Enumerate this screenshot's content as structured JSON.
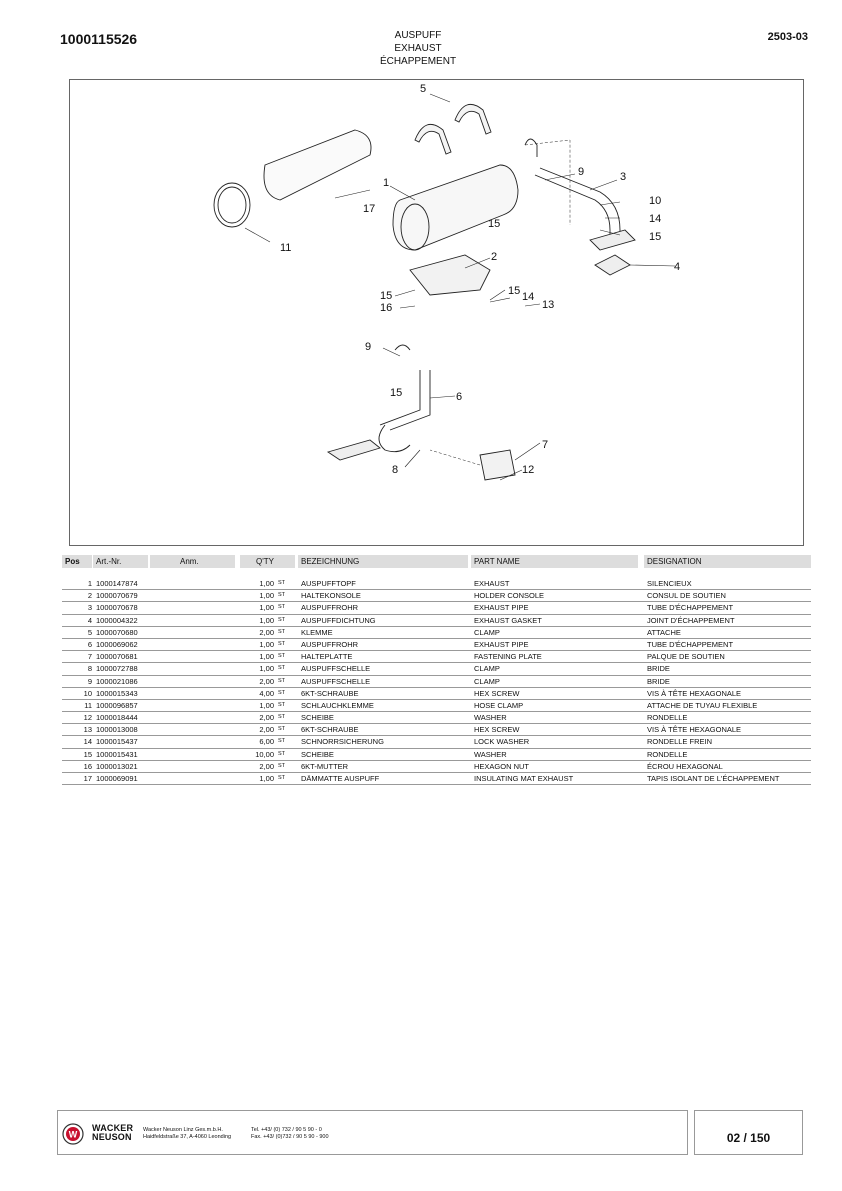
{
  "header": {
    "doc_number": "1000115526",
    "title_de": "AUSPUFF",
    "title_en": "EXHAUST",
    "title_fr": "ÉCHAPPEMENT",
    "page_code": "2503-03"
  },
  "diagram": {
    "callouts": [
      "5",
      "1",
      "17",
      "11",
      "9",
      "3",
      "10",
      "14",
      "15",
      "15",
      "4",
      "2",
      "15",
      "16",
      "15",
      "14",
      "13",
      "9",
      "15",
      "6",
      "7",
      "12",
      "8"
    ]
  },
  "table": {
    "headers": {
      "pos": "Pos",
      "art": "Art.-Nr.",
      "anm": "Anm.",
      "qty": "Q'TY",
      "de": "BEZEICHNUNG",
      "en": "PART NAME",
      "fr": "DESIGNATION"
    },
    "rows": [
      {
        "pos": "1",
        "art": "1000147874",
        "qty": "1,00",
        "unit": "ST",
        "de": "AUSPUFFTOPF",
        "en": "EXHAUST",
        "fr": "SILENCIEUX"
      },
      {
        "pos": "2",
        "art": "1000070679",
        "qty": "1,00",
        "unit": "ST",
        "de": "HALTEKONSOLE",
        "en": "HOLDER CONSOLE",
        "fr": "CONSUL DE SOUTIEN"
      },
      {
        "pos": "3",
        "art": "1000070678",
        "qty": "1,00",
        "unit": "ST",
        "de": "AUSPUFFROHR",
        "en": "EXHAUST PIPE",
        "fr": "TUBE D'ÉCHAPPEMENT"
      },
      {
        "pos": "4",
        "art": "1000004322",
        "qty": "1,00",
        "unit": "ST",
        "de": "AUSPUFFDICHTUNG",
        "en": "EXHAUST GASKET",
        "fr": "JOINT D'ÉCHAPPEMENT"
      },
      {
        "pos": "5",
        "art": "1000070680",
        "qty": "2,00",
        "unit": "ST",
        "de": "KLEMME",
        "en": "CLAMP",
        "fr": "ATTACHE"
      },
      {
        "pos": "6",
        "art": "1000069062",
        "qty": "1,00",
        "unit": "ST",
        "de": "AUSPUFFROHR",
        "en": "EXHAUST PIPE",
        "fr": "TUBE D'ÉCHAPPEMENT"
      },
      {
        "pos": "7",
        "art": "1000070681",
        "qty": "1,00",
        "unit": "ST",
        "de": "HALTEPLATTE",
        "en": "FASTENING PLATE",
        "fr": "PALQUE DE SOUTIEN"
      },
      {
        "pos": "8",
        "art": "1000072788",
        "qty": "1,00",
        "unit": "ST",
        "de": "AUSPUFFSCHELLE",
        "en": "CLAMP",
        "fr": "BRIDE"
      },
      {
        "pos": "9",
        "art": "1000021086",
        "qty": "2,00",
        "unit": "ST",
        "de": "AUSPUFFSCHELLE",
        "en": "CLAMP",
        "fr": "BRIDE"
      },
      {
        "pos": "10",
        "art": "1000015343",
        "qty": "4,00",
        "unit": "ST",
        "de": "6KT-SCHRAUBE",
        "en": "HEX SCREW",
        "fr": "VIS À TÊTE HEXAGONALE"
      },
      {
        "pos": "11",
        "art": "1000096857",
        "qty": "1,00",
        "unit": "ST",
        "de": "SCHLAUCHKLEMME",
        "en": "HOSE CLAMP",
        "fr": "ATTACHE  DE TUYAU FLEXIBLE"
      },
      {
        "pos": "12",
        "art": "1000018444",
        "qty": "2,00",
        "unit": "ST",
        "de": "SCHEIBE",
        "en": "WASHER",
        "fr": "RONDELLE"
      },
      {
        "pos": "13",
        "art": "1000013008",
        "qty": "2,00",
        "unit": "ST",
        "de": "6KT-SCHRAUBE",
        "en": "HEX SCREW",
        "fr": "VIS À TÊTE HEXAGONALE"
      },
      {
        "pos": "14",
        "art": "1000015437",
        "qty": "6,00",
        "unit": "ST",
        "de": "SCHNORRSICHERUNG",
        "en": "LOCK WASHER",
        "fr": "RONDELLE FREIN"
      },
      {
        "pos": "15",
        "art": "1000015431",
        "qty": "10,00",
        "unit": "ST",
        "de": "SCHEIBE",
        "en": "WASHER",
        "fr": "RONDELLE"
      },
      {
        "pos": "16",
        "art": "1000013021",
        "qty": "2,00",
        "unit": "ST",
        "de": "6KT-MUTTER",
        "en": "HEXAGON NUT",
        "fr": "ÉCROU HEXAGONAL"
      },
      {
        "pos": "17",
        "art": "1000069091",
        "qty": "1,00",
        "unit": "ST",
        "de": "DÄMMATTE AUSPUFF",
        "en": "INSULATING MAT EXHAUST",
        "fr": "TAPIS ISOLANT DE L'ÉCHAPPEMENT"
      }
    ]
  },
  "footer": {
    "brand_line1": "WACKER",
    "brand_line2": "NEUSON",
    "company": "Wacker Neuson Linz  Ges.m.b.H.",
    "address": "Haidfeldstraße 37, A-4060 Leonding",
    "tel": "Tel. +43/ (0) 732 / 90 5 90 - 0",
    "fax": "Fax. +43/ (0)732 / 90 5 90 - 900",
    "page_number": "02 / 150"
  }
}
